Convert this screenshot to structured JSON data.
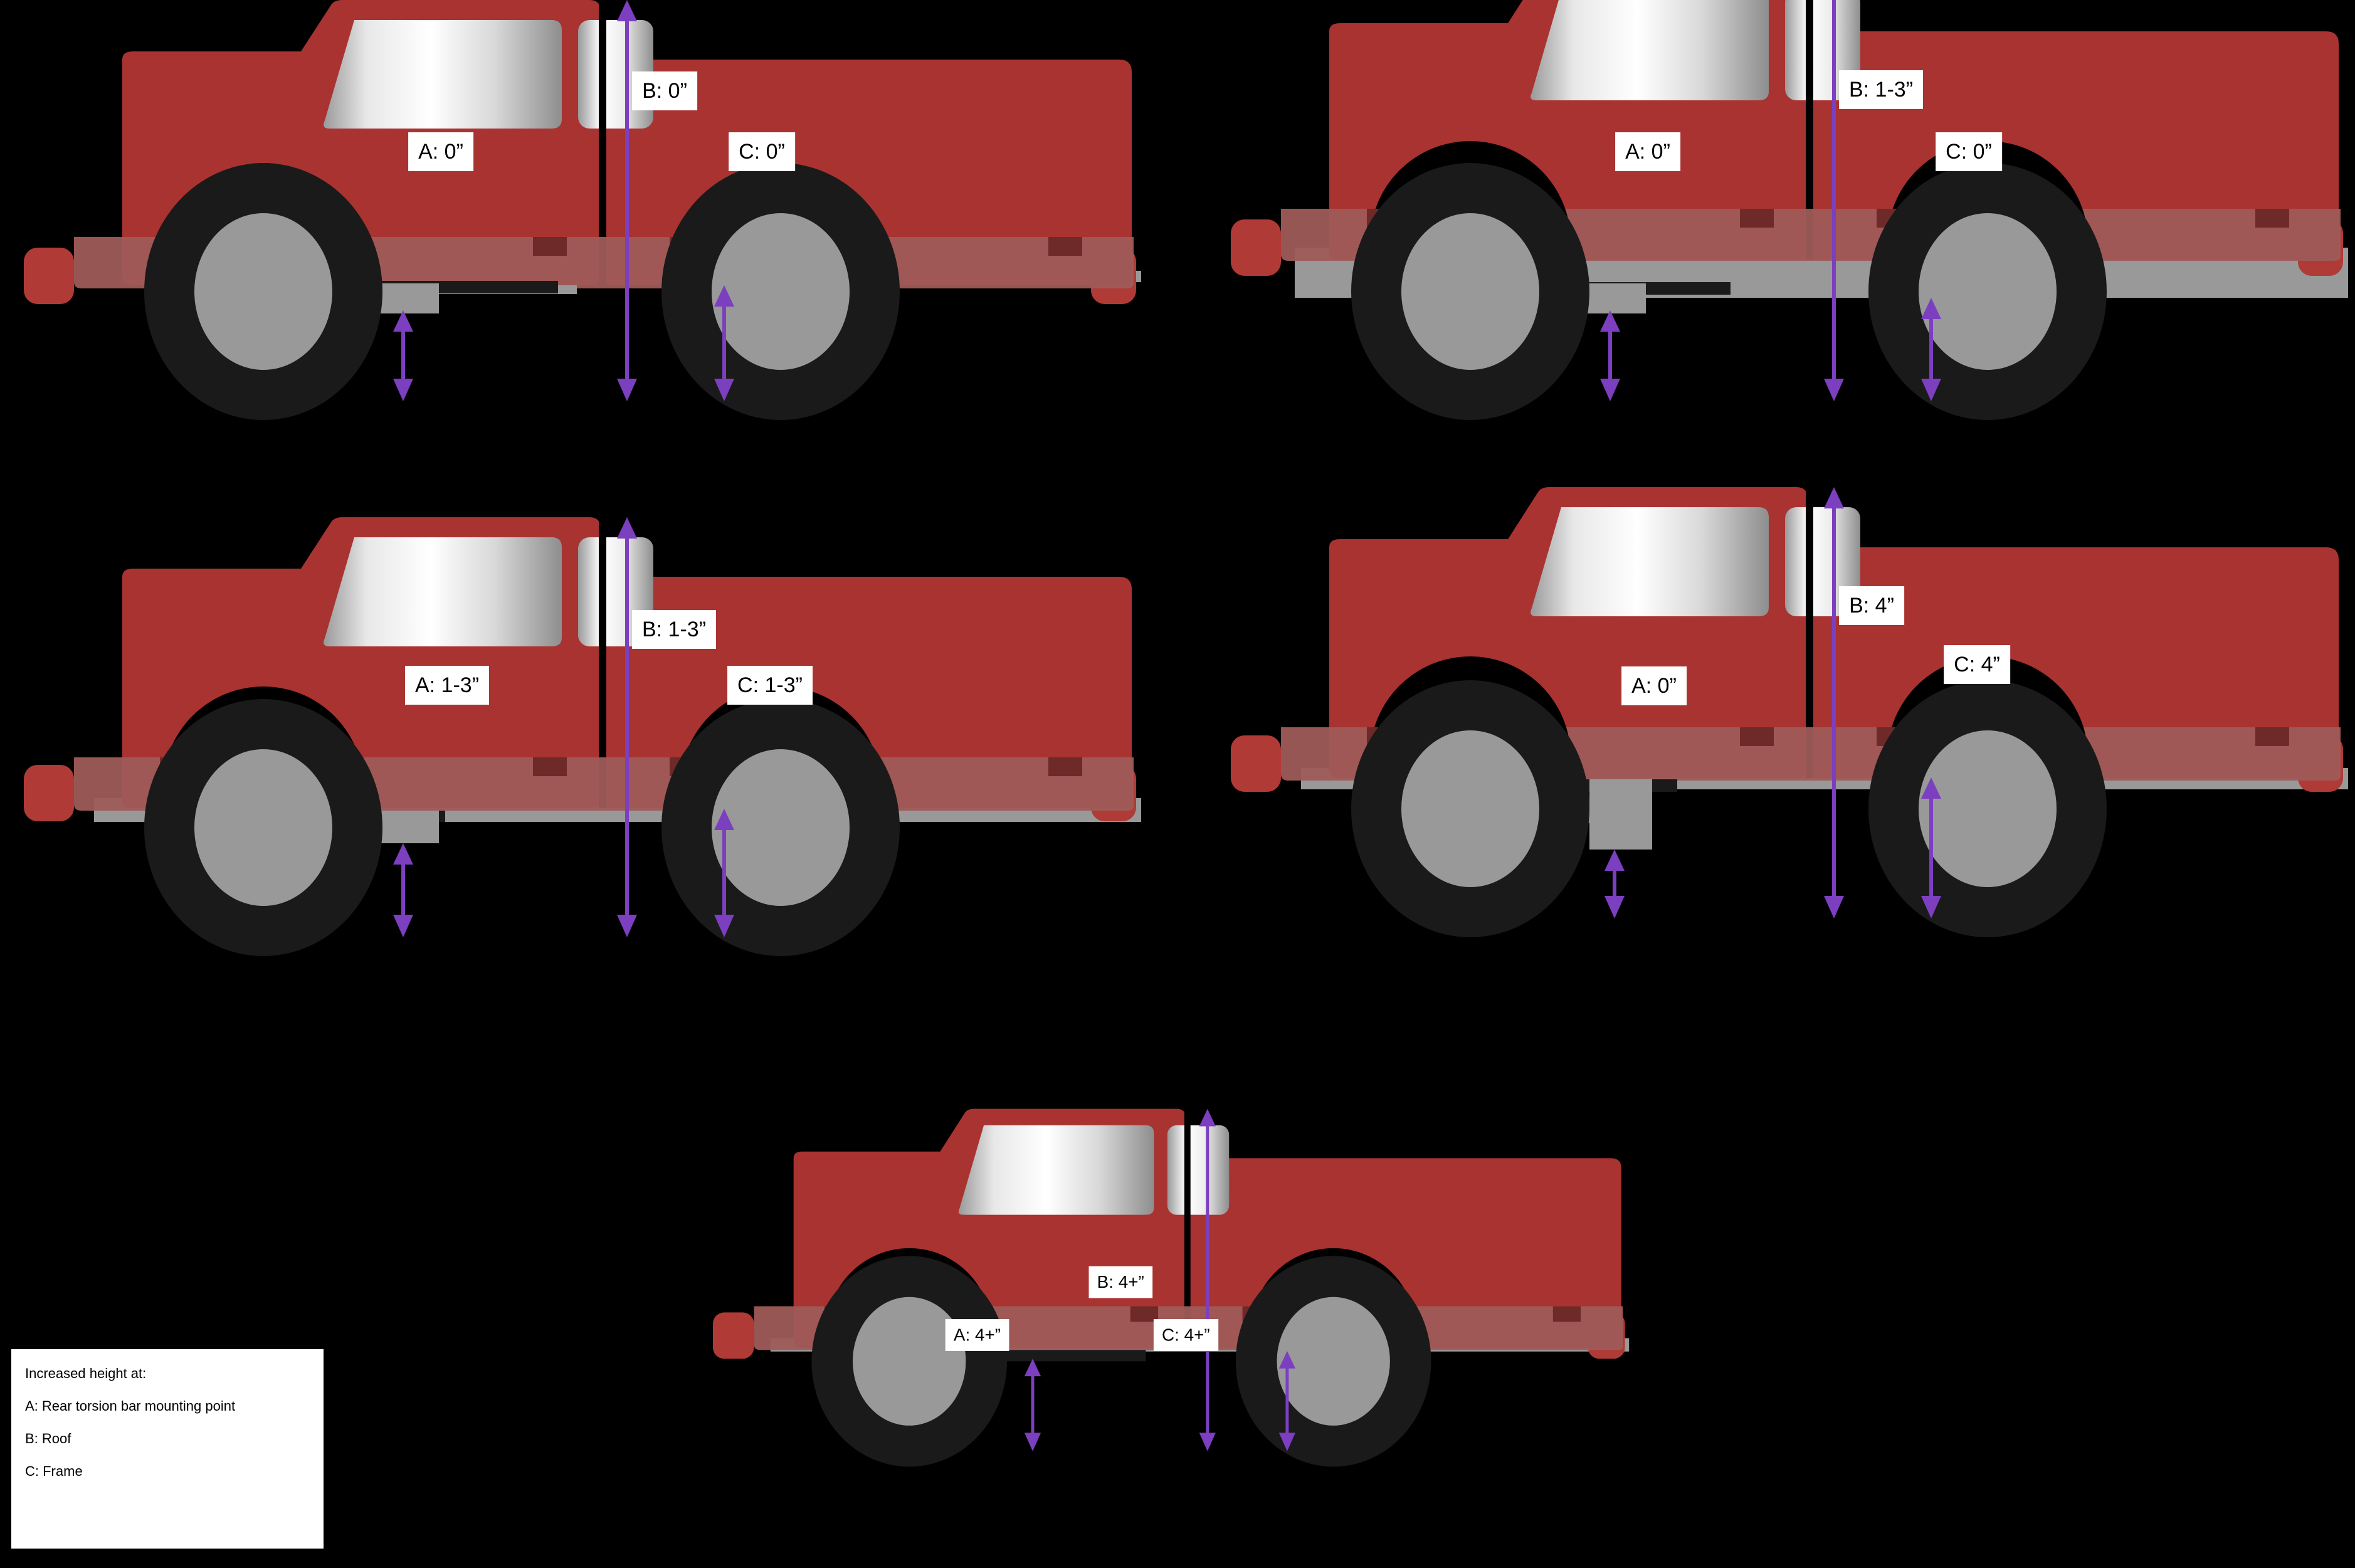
{
  "figure": {
    "background_color": "#000000",
    "body_color": "#A93331",
    "rocker_color": "#9E5B58",
    "frame_color": "#999999",
    "tire_color": "#1A1A1A",
    "wheel_hub_color": "#999999",
    "marker_color": "#6E2A28",
    "arrow_color": "#7B3FBF",
    "glass_light": "#FFFFFF",
    "glass_dark": "#9A9A9A",
    "label_bg": "#FFFFFF",
    "label_fg": "#000000"
  },
  "legend": {
    "title": "Increased height at:",
    "items": [
      "A: Rear torsion bar mounting point",
      "B: Roof",
      "C: Frame"
    ]
  },
  "trucks": [
    {
      "id": "truck-stock",
      "name": "stock-truck",
      "position": "top-left",
      "labels": {
        "a": "A: 0”",
        "b": "B: 0”",
        "c": "C: 0”"
      }
    },
    {
      "id": "truck-body-lift",
      "name": "body-lift-truck",
      "position": "top-right",
      "labels": {
        "a": "A: 0”",
        "b": "B: 1-3”",
        "c": "C: 0”"
      }
    },
    {
      "id": "truck-leveling",
      "name": "leveling-kit-truck",
      "position": "middle-left",
      "labels": {
        "a": "A: 1-3”",
        "b": "B: 1-3”",
        "c": "C: 1-3”"
      }
    },
    {
      "id": "truck-suspension-lift",
      "name": "suspension-lift-truck",
      "position": "middle-right",
      "labels": {
        "a": "A: 0”",
        "b": "B: 4”",
        "c": "C: 4”"
      }
    },
    {
      "id": "truck-full-lift",
      "name": "full-lift-truck",
      "position": "bottom-center",
      "labels": {
        "a": "A: 4+”",
        "b": "B: 4+”",
        "c": "C: 4+”"
      }
    }
  ]
}
